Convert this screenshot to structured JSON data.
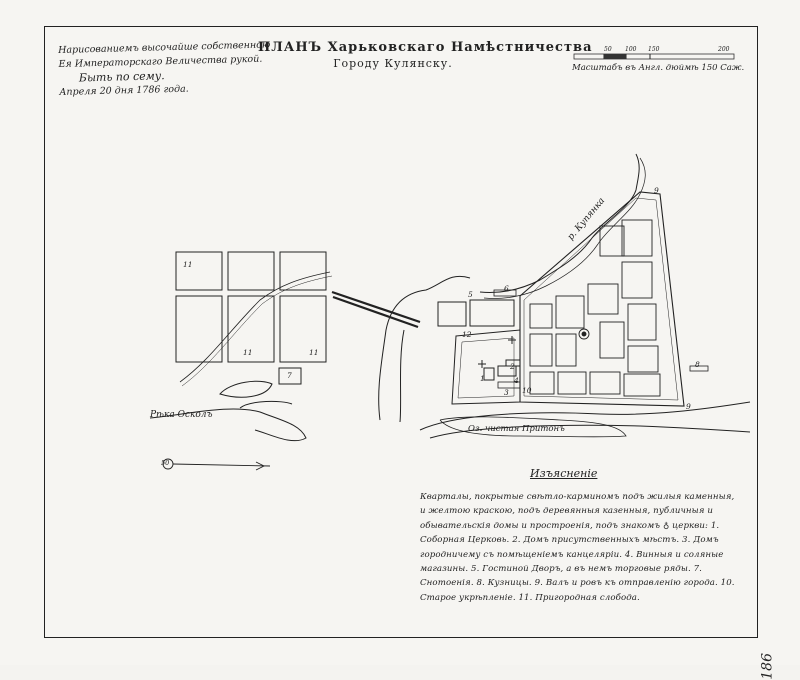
{
  "approval": {
    "line1": "Нарисованиемъ высочайше собственною",
    "line2": "Ея Императорскаго Величества рукой.",
    "line3": "Быть по сему.",
    "line4": "Апреля 20 дня 1786 года."
  },
  "title": {
    "main": "ПЛАНЪ Харьковскаго Намѣстничества",
    "sub": "Городу Кулянску."
  },
  "scale": {
    "label": "Масштабъ въ Англ. дюймѣ 150 Саж.",
    "ticks": [
      "50",
      "100",
      "150",
      "200"
    ]
  },
  "labels": {
    "river_oskol": "Рѣка Осколъ",
    "river_kupyanka": "р. Купянка",
    "lake": "Оз. чистая Притонъ",
    "num_11a": "11",
    "num_11b": "11",
    "num_11c": "11",
    "num_7": "7",
    "num_8": "8",
    "num_9a": "9",
    "num_9b": "9",
    "num_10": "10",
    "num_6": "6",
    "num_1": "1",
    "num_2": "2",
    "num_3": "3",
    "num_4": "4",
    "num_5": "5",
    "num_12": "12",
    "marker_50": "50"
  },
  "key": {
    "title": "Изъясненіе",
    "body": "Кварталы, покрытые свѣтло-карминомъ подъ жилыя каменныя, и желтою краскою, подъ деревянныя казенныя, публичныя и обывательскія домы и простроенія, подъ знакомъ ♁ церкви: 1. Соборная Церковь. 2. Домъ присутственныхъ мѣстъ. 3. Домъ городничему съ помѣщеніемъ канцеляріи. 4. Винныя и соляные магазины. 5. Гостиной Дворъ, а въ немъ торговые ряды. 7. Снотоенія. 8. Кузницы. 9. Валъ и ровъ къ отправленію города. 10. Старое укрѣпленіе. 11. Пригородная слобода."
  },
  "page_number": "186"
}
